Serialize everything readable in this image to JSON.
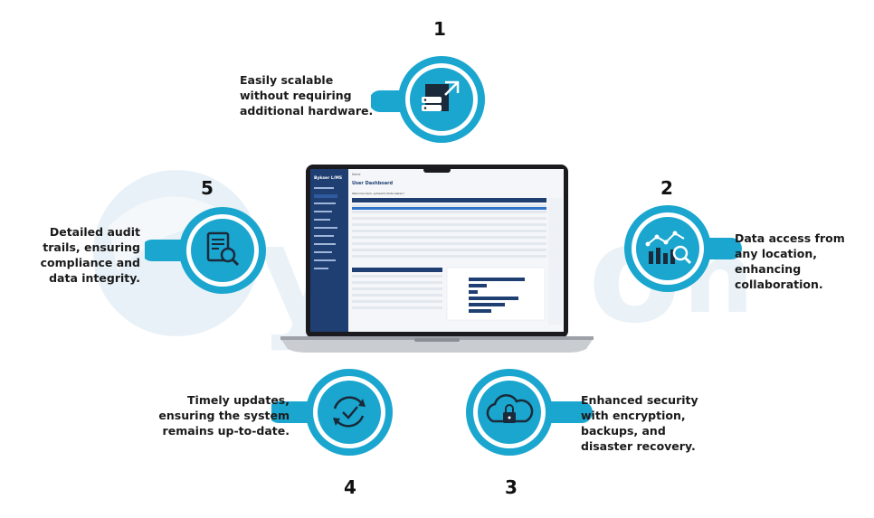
{
  "features": [
    {
      "number": "1",
      "text": "Easily scalable without requiring additional hardware.",
      "icon": "server-scale-icon"
    },
    {
      "number": "2",
      "text": "Data access from any location, enhancing collaboration.",
      "icon": "chart-search-icon"
    },
    {
      "number": "3",
      "text": "Enhanced security with encryption, backups, and disaster recovery.",
      "icon": "cloud-lock-icon"
    },
    {
      "number": "4",
      "text": "Timely updates, ensuring the system remains up-to-date.",
      "icon": "sync-check-icon"
    },
    {
      "number": "5",
      "text": "Detailed audit trails, ensuring compliance and data integrity.",
      "icon": "document-audit-icon"
    }
  ],
  "laptop_screen": {
    "app_name": "Bykser L/MS",
    "page_title": "User Dashboard",
    "breadcrumb": "Home",
    "welcome": "Welcome back, sylhechd (Sids Gellar)!"
  },
  "colors": {
    "accent": "#1aa6cf",
    "accent_dark": "#0f8db4",
    "sidebar": "#1f3f73",
    "watermark": "#e6f0f6"
  }
}
